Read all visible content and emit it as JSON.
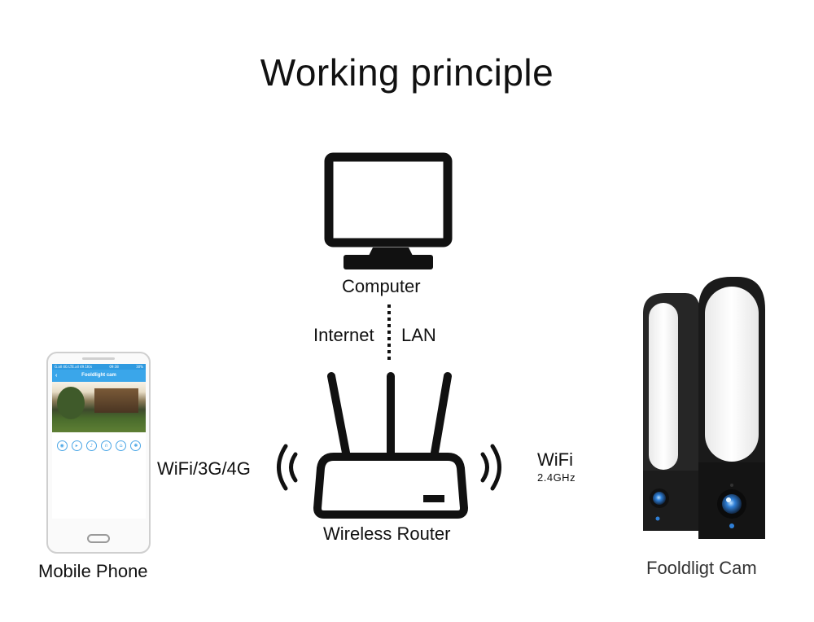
{
  "title": "Working principle",
  "nodes": {
    "computer": "Computer",
    "router": "Wireless Router",
    "phone": "Mobile Phone",
    "camera": "Fooldligt Cam"
  },
  "links": {
    "internet": "Internet",
    "lan": "LAN",
    "phone_link": "WiFi/3G/4G",
    "wifi": "WiFi",
    "wifi_band": "2.4GHz"
  },
  "phone_app": {
    "status_left": "G.all 4G LTE.all 49.1K/s",
    "status_mid": "09:38",
    "status_right": "30%",
    "header_title": "Fooldlight cam",
    "back_glyph": "‹",
    "icons": [
      "camera-icon",
      "video-icon",
      "mic-icon",
      "headset-icon",
      "alarm-icon",
      "settings-icon"
    ]
  },
  "colors": {
    "line": "#111111",
    "phone_header": "#3aa6ea",
    "cam_body": "#1c1c1c",
    "cam_lamp": "#f4f4f4",
    "cam_lens": "#2f7fd6"
  }
}
